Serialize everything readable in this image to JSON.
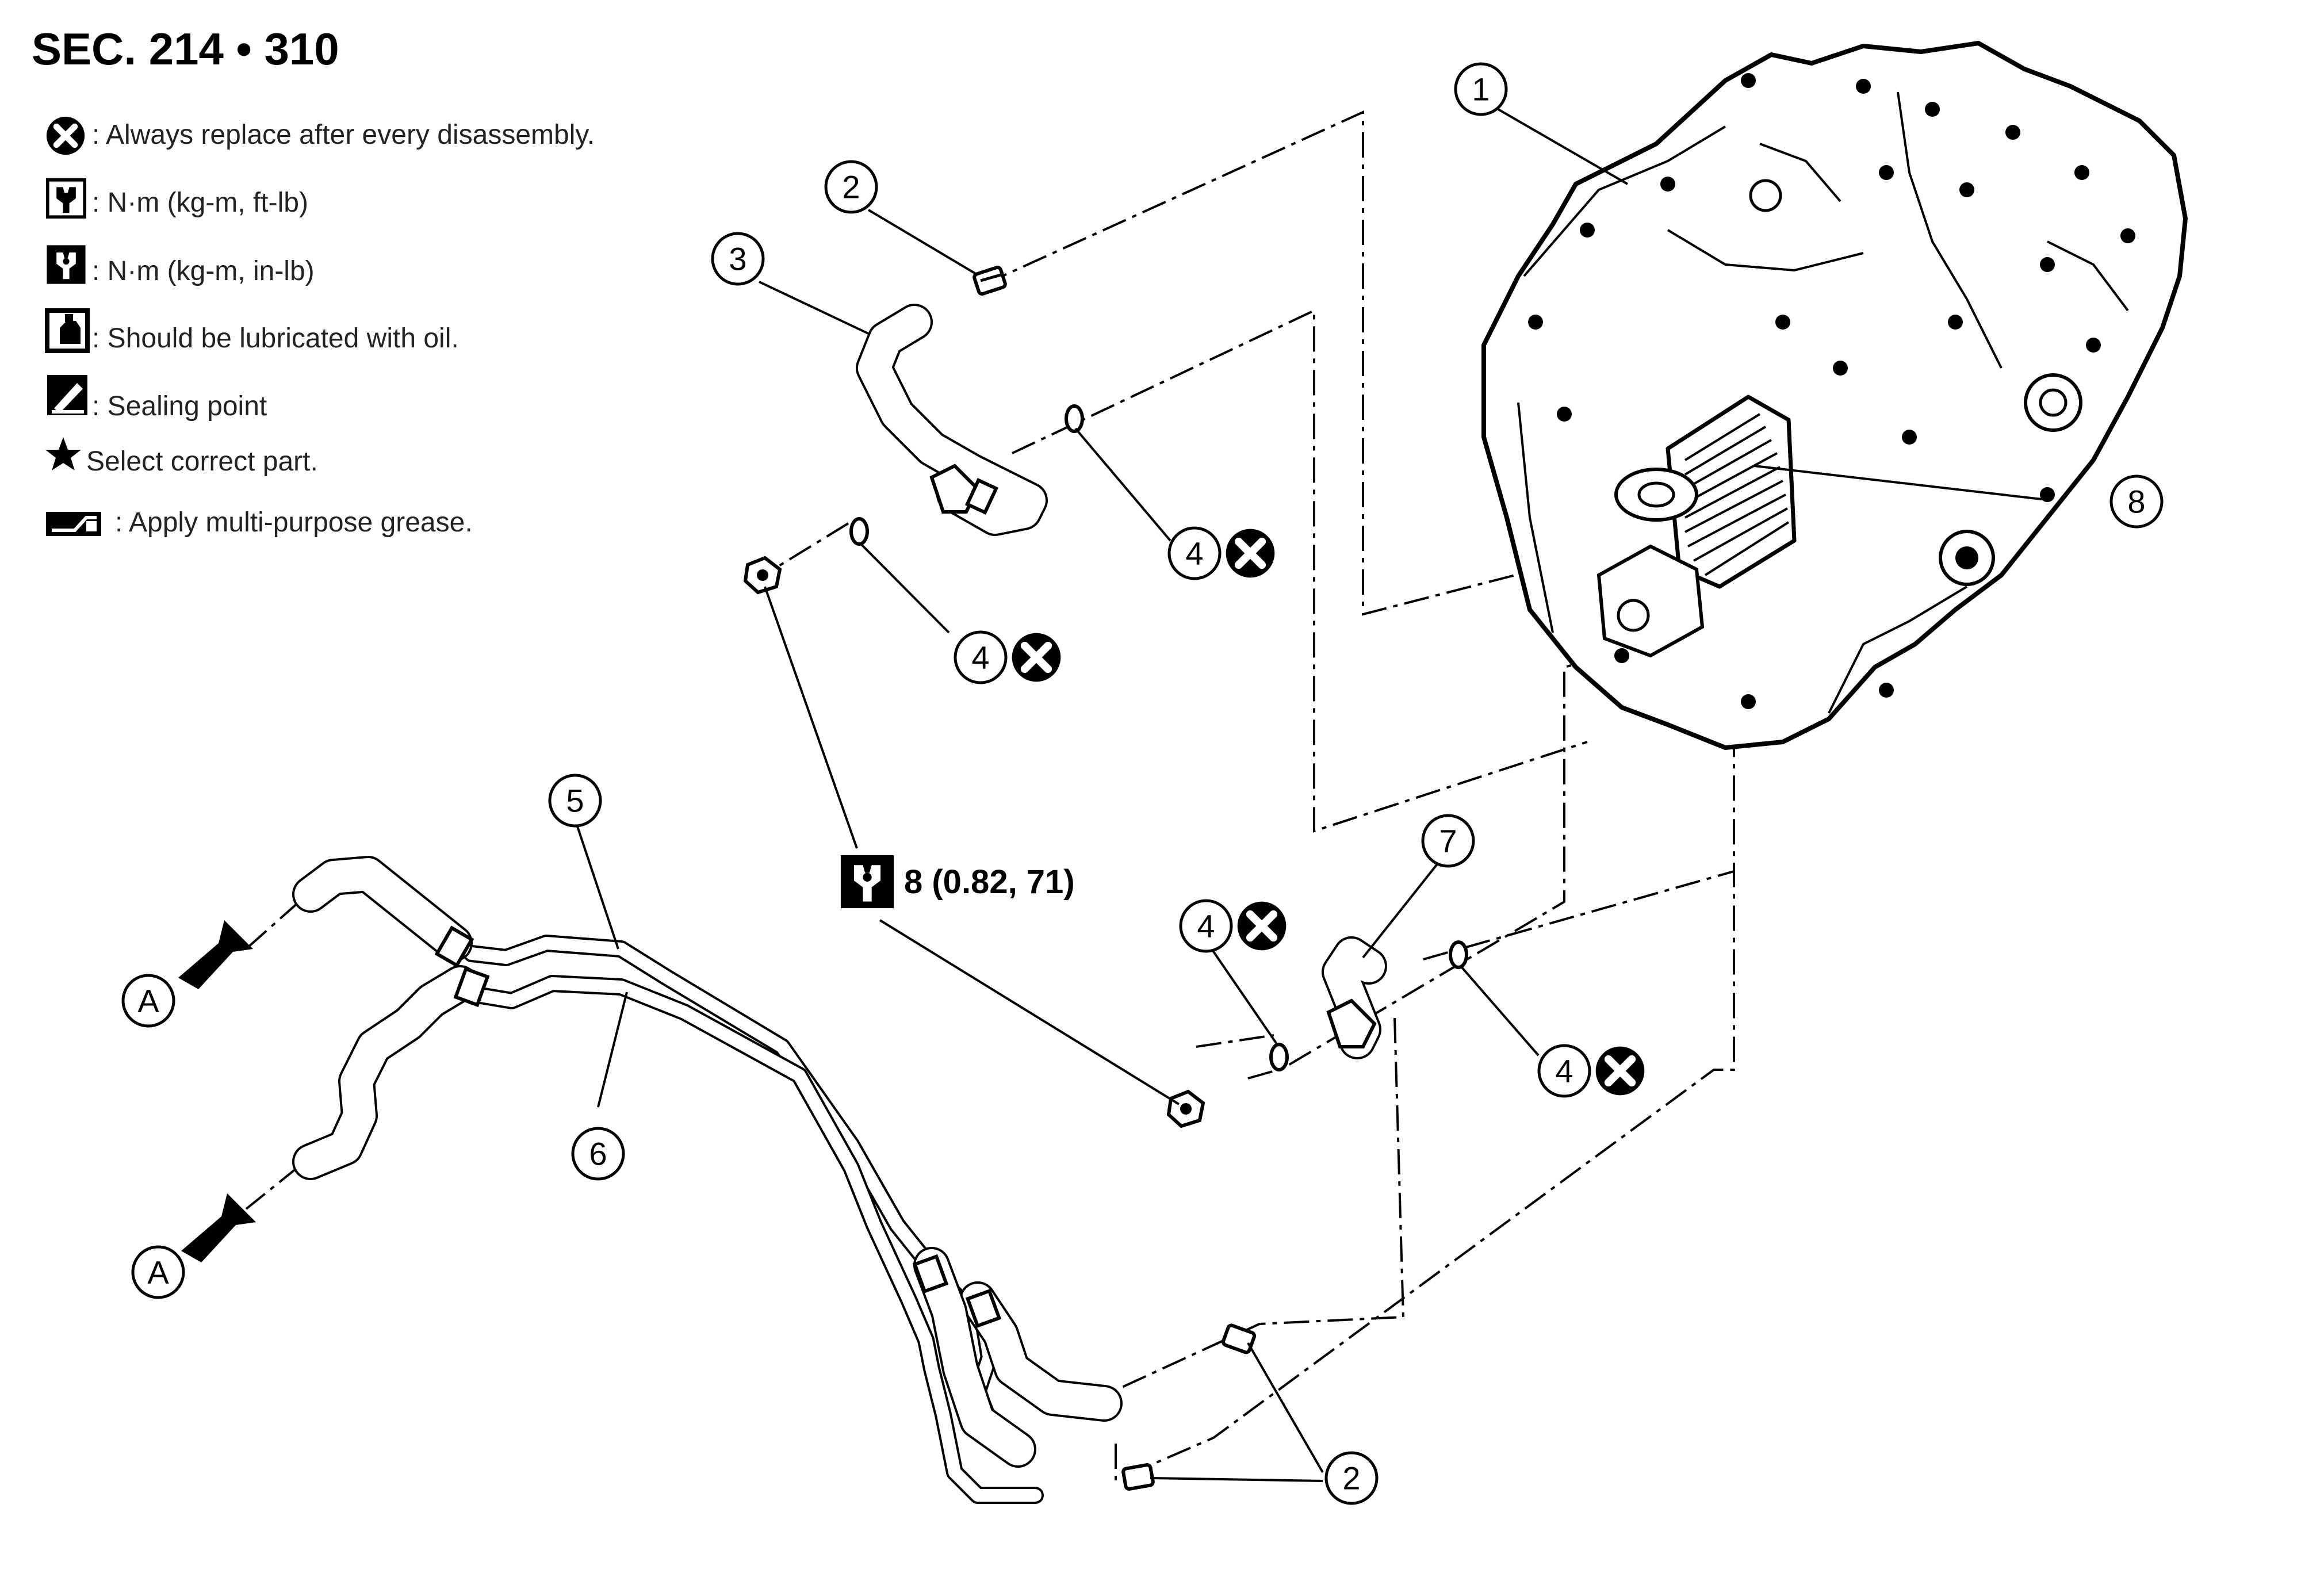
{
  "section_title": "SEC. 214 • 310",
  "legend": {
    "always_replace": ": Always replace after every disassembly.",
    "torque_ftlb": ": N·m (kg-m, ft-lb)",
    "torque_inlb": ": N·m (kg-m, in-lb)",
    "lubricate": ": Should be lubricated with oil.",
    "sealing": ": Sealing point",
    "select_part": "Select correct part.",
    "grease": ": Apply multi-purpose grease."
  },
  "callouts": {
    "transaxle": "1",
    "clamp_upper": "2",
    "hose_upper": "3",
    "gasket_upper_right": "4",
    "gasket_upper_left": "4",
    "tube_5": "5",
    "tube_6": "6",
    "hose_7": "7",
    "cooler": "8",
    "gasket_lower_left": "4",
    "gasket_lower_right": "4",
    "clamp_lower": "2",
    "arrow_a_upper": "A",
    "arrow_a_lower": "A"
  },
  "torque_spec": "8 (0.82, 71)",
  "icons": {
    "replace": "x-circle-icon",
    "torque_ftlb": "torque-wrench-icon",
    "torque_inlb": "torque-wrench-inlb-icon",
    "oil": "oil-can-icon",
    "sealant": "sealant-icon",
    "star": "star-icon",
    "grease": "grease-icon"
  }
}
